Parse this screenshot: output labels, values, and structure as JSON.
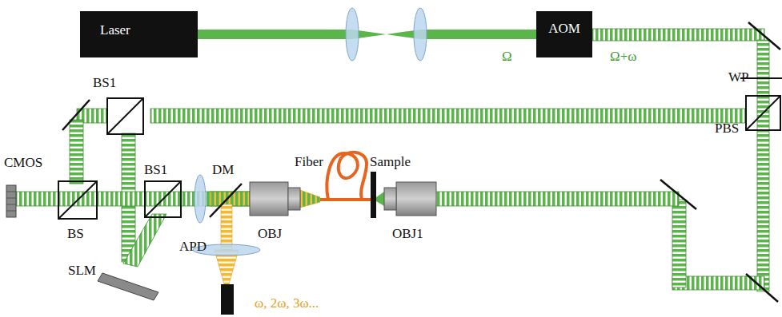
{
  "diagram": {
    "nodes": [
      {
        "text": [
          "Laser"
        ]
      },
      {
        "text": [
          "AOM"
        ]
      }
    ],
    "edges": [
      {
        "from": 0,
        "to": 1,
        "arrow": "none"
      }
    ],
    "labels": [
      "Ω",
      "Ω+ω",
      "WP",
      "PBS",
      "BS1",
      "BS1",
      "CMOS",
      "BS",
      "DM",
      "Fiber",
      "Sample",
      "OBJ",
      "OBJ1",
      "SLM",
      "APD",
      "ω, 2ω, 3ω..."
    ]
  }
}
